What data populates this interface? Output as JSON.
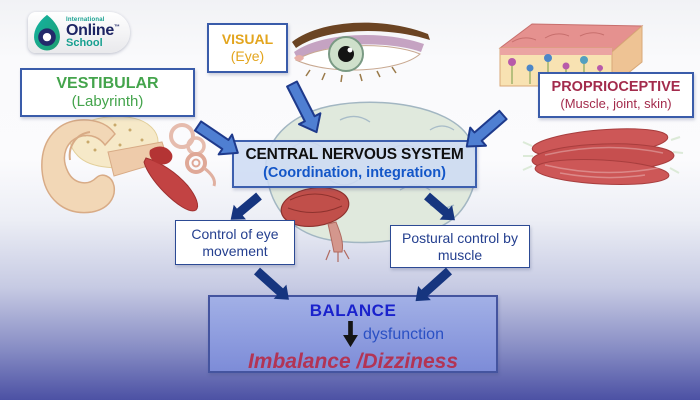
{
  "logo": {
    "line_top": "International",
    "brand": "Online",
    "tm": "™",
    "school": "School"
  },
  "diagram": {
    "vestibular": {
      "title": "VESTIBULAR",
      "subtitle": "(Labyrinth)"
    },
    "visual": {
      "title": "VISUAL",
      "subtitle": "(Eye)"
    },
    "proprioceptive": {
      "title": "PROPRIOCEPTIVE",
      "subtitle": "(Muscle, joint, skin)"
    },
    "cns": {
      "title": "CENTRAL NERVOUS SYSTEM",
      "subtitle": "(Coordination, integration)"
    },
    "eye_control": {
      "text": "Control of eye movement"
    },
    "postural_control": {
      "text": "Postural control by muscle"
    },
    "balance": {
      "title": "BALANCE",
      "dysfunction_label": "dysfunction",
      "outcome": "Imbalance /Dizziness"
    }
  },
  "icons": {
    "logo_mark": "droplet-ring-icon",
    "dysfunction_arrow": "down-arrow-icon"
  },
  "colors": {
    "vestibular_text": "#44a44c",
    "visual_text": "#e3a51e",
    "proprioceptive_text": "#a32b4c",
    "cns_subtitle": "#1356c8",
    "balance_title": "#1a22cc",
    "outcome_text": "#b23455",
    "arrow_light_fill": "#4f7fd2",
    "arrow_dark_fill": "#16357f",
    "background_bottom": "#4c51a4"
  }
}
